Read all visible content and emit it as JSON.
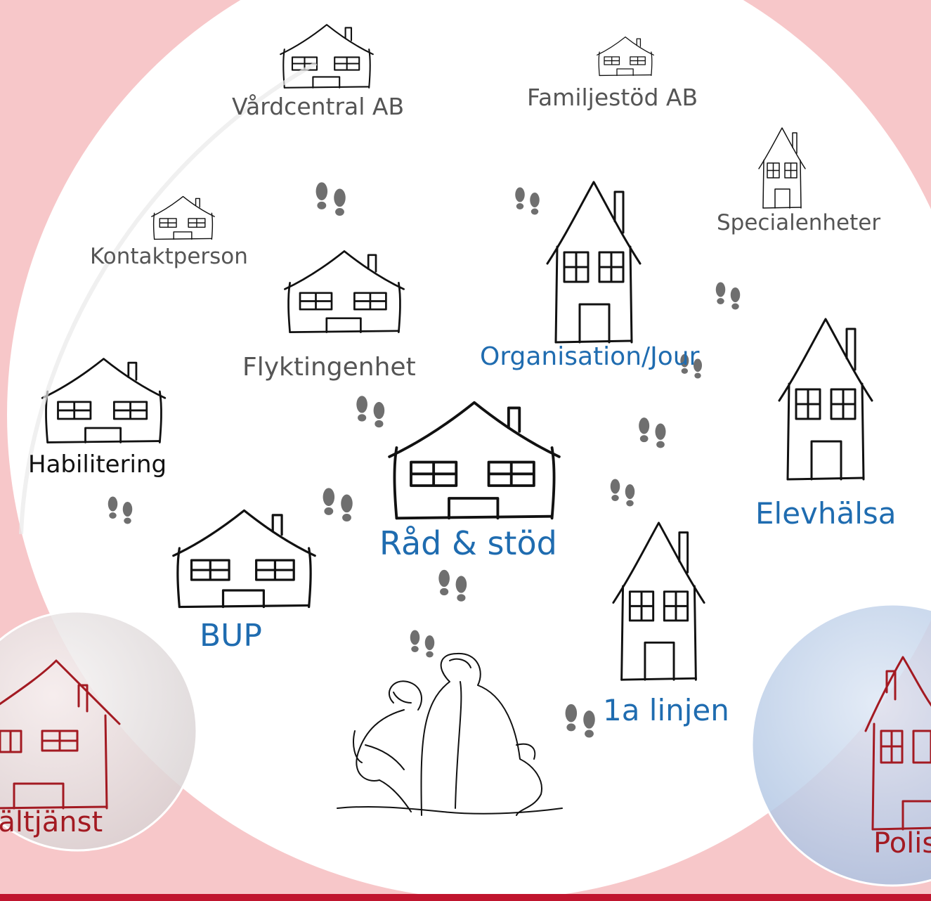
{
  "colors": {
    "background": "#f7c7c9",
    "main_circle": "#ffffff",
    "left_circle": "#ece7e7",
    "right_circle": "#c9d7ec",
    "accent_bar": "#c0152e",
    "label_gray": "#555555",
    "label_black": "#111111",
    "label_blue": "#1f6cb0",
    "label_red": "#a31a22",
    "footprints": "#6f6f6f"
  },
  "labels": {
    "vardcentral": "Vårdcentral AB",
    "familjestod": "Familjestöd AB",
    "specialenheter": "Specialenheter",
    "kontaktperson": "Kontaktperson",
    "flyktingenhet": "Flyktingenhet",
    "organisation": "Organisation/Jour",
    "habilitering": "Habilitering",
    "elevhalsa": "Elevhälsa",
    "rad_stod": "Råd & stöd",
    "bup": "BUP",
    "forsta_linjen": "1a linjen",
    "faltjanst": "Fältjänst",
    "polis": "Polis"
  },
  "icons": {
    "house": "house-sketch-icon",
    "footprints": "footprints-icon",
    "people": "seated-people-sketch"
  }
}
